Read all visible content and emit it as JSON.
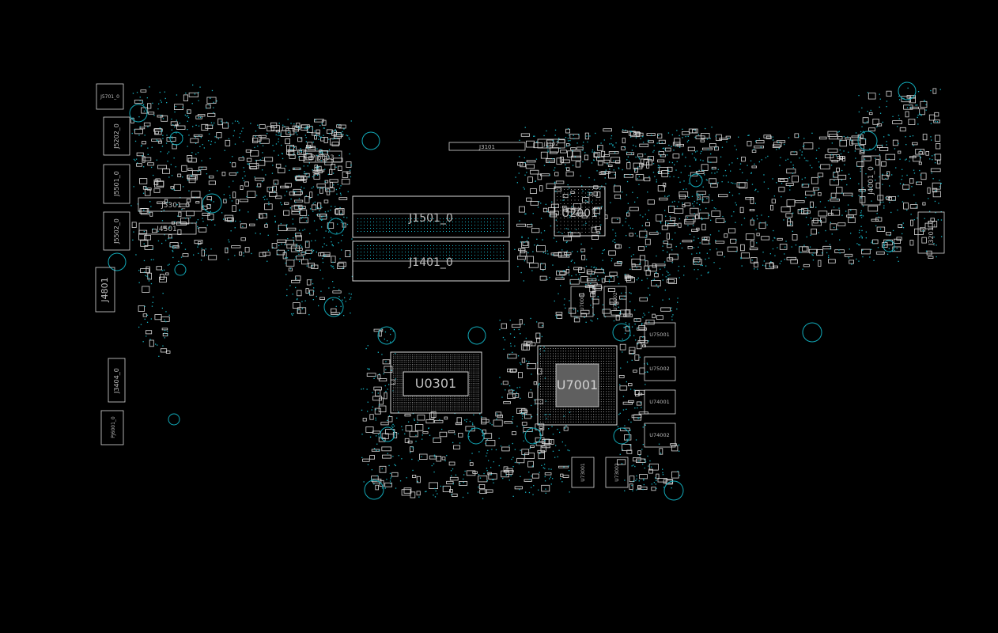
{
  "viewer": {
    "background": "#000000",
    "outline_color": "#d9d9d9",
    "pad_color": "#18b3c4",
    "hole_color": "#11a9b8"
  },
  "components": {
    "U0301": "U0301",
    "U7001": "U7001",
    "U2001": "U2001",
    "J1501": "J1501_0",
    "J1401": "J1401_0",
    "J3101": "J3101",
    "J3102": "J3102",
    "J5301": "J5301_0",
    "J4501": "J4501",
    "J5202": "J5202_0",
    "J5501": "J5501_0",
    "J5502": "J5502_0",
    "J4801": "J4801",
    "J3404": "J3404_0",
    "J5701": "J5701_0",
    "J4001": "J4001_0",
    "J3201": "J3201_0",
    "PJ6003": "PJ6003",
    "PJ6001": "PJ6001_0",
    "U75001": "U75001",
    "U75002": "U75002",
    "U74001": "U74001",
    "U74002": "U74002",
    "U73001": "U73001",
    "U73002": "U73002",
    "U70001": "U70001",
    "U70002": "U70002"
  }
}
